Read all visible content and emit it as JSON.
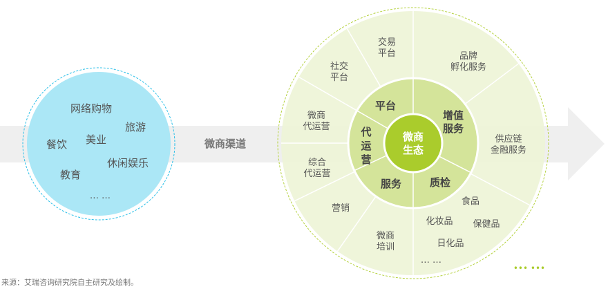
{
  "colors": {
    "band": "#efefef",
    "left_circle": "#a6e6f6",
    "left_dash": "#29bfe8",
    "outer_ring": "#edf4d6",
    "middle_ring": "#d4e49a",
    "center": "#aacc2c",
    "ring_dash": "#b5d23f"
  },
  "left_circle": {
    "items": [
      "网络购物",
      "旅游",
      "餐饮",
      "美业",
      "休闲娱乐",
      "教育",
      "… …"
    ]
  },
  "channel_label": "微商渠道",
  "center": {
    "line1": "微商",
    "line2": "生态"
  },
  "middle": {
    "platform": "平台",
    "value_added": [
      "增值",
      "服务"
    ],
    "quality": "质检",
    "service": "服务",
    "operation": [
      "代",
      "运",
      "营"
    ]
  },
  "outer": {
    "trade_platform": [
      "交易",
      "平台"
    ],
    "social_platform": [
      "社交",
      "平台"
    ],
    "brand_incubation": [
      "品牌",
      "孵化服务"
    ],
    "supply_finance": [
      "供应链",
      "金融服务"
    ],
    "weishang_operation": [
      "微商",
      "代运营"
    ],
    "integrated_operation": [
      "综合",
      "代运营"
    ],
    "marketing": "营销",
    "training": [
      "微商",
      "培训"
    ],
    "quality_items": [
      "食品",
      "化妆品",
      "保健品",
      "日化品",
      "… …"
    ]
  },
  "more_dots": "••• •••",
  "source": "来源：艾瑞咨询研究院自主研究及绘制。"
}
